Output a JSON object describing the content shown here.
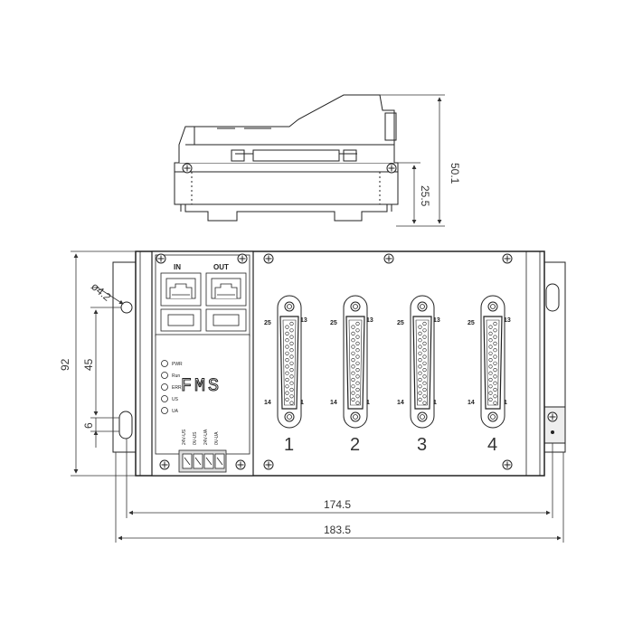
{
  "dimensions": {
    "side_height": "50.1",
    "side_height_lower": "25.5",
    "hole_diameter": "ø4.2",
    "total_height": "92",
    "hole_spacing": "45",
    "slot_height": "6",
    "inner_width": "174.5",
    "total_width": "183.5"
  },
  "network": {
    "in_label": "IN",
    "out_label": "OUT"
  },
  "leds": [
    "PWR",
    "Run",
    "ERR",
    "US",
    "UA"
  ],
  "logo_text": "FMS",
  "power_terminals": [
    "24V-US",
    "0V-US",
    "24V-UA",
    "0V-UA"
  ],
  "connectors": [
    {
      "number": "1",
      "pin_top_left": "25",
      "pin_top_right": "13",
      "pin_bottom_left": "14",
      "pin_bottom_right": "1"
    },
    {
      "number": "2",
      "pin_top_left": "25",
      "pin_top_right": "13",
      "pin_bottom_left": "14",
      "pin_bottom_right": "1"
    },
    {
      "number": "3",
      "pin_top_left": "25",
      "pin_top_right": "13",
      "pin_bottom_left": "14",
      "pin_bottom_right": "1"
    },
    {
      "number": "4",
      "pin_top_left": "25",
      "pin_top_right": "13",
      "pin_bottom_left": "14",
      "pin_bottom_right": "1"
    }
  ]
}
